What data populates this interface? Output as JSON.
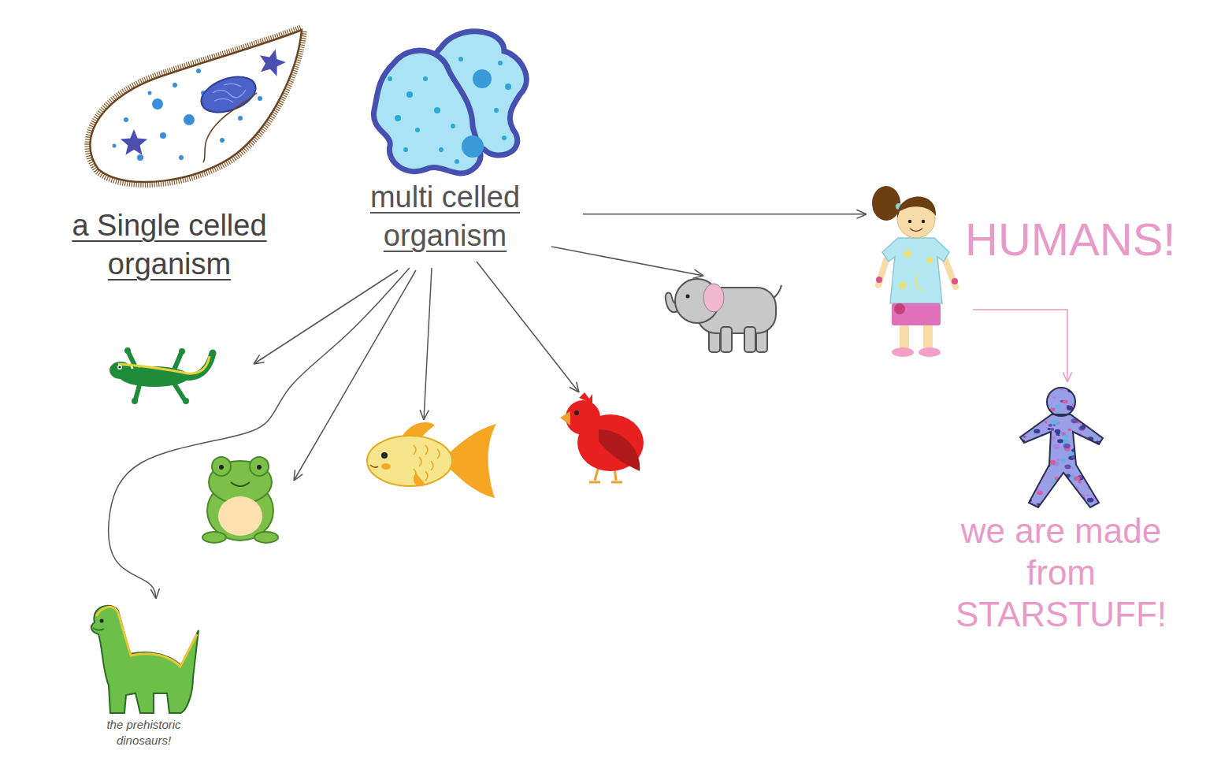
{
  "diagram": {
    "nodes": [
      {
        "text": [
          "a Single celled organism"
        ]
      },
      {
        "text": [
          "multi celled organism"
        ]
      },
      {
        "text": [
          "HUMANS!"
        ]
      },
      {
        "text": [
          "we are made from STARSTUFF!"
        ]
      },
      {
        "text": [
          "the prehistoric dinosaurs!"
        ]
      }
    ],
    "edges": [
      {
        "from": 1,
        "to": 2,
        "arrow": "to"
      },
      {
        "from": 1,
        "to": 4,
        "arrow": "to"
      },
      {
        "from": 2,
        "to": 3,
        "arrow": "to"
      }
    ]
  }
}
